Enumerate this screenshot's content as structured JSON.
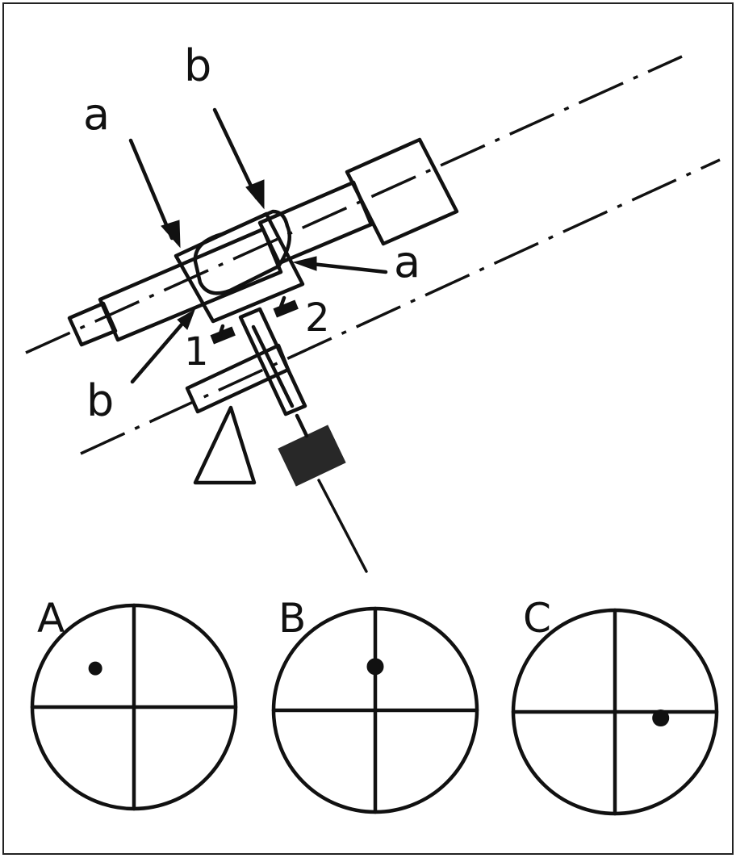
{
  "diagram": {
    "labels": {
      "a_top": "a",
      "b_top": "b",
      "a_right": "a",
      "b_lower": "b",
      "knob_1": "1",
      "knob_2": "2"
    },
    "panels": [
      {
        "label": "A",
        "dot_x": -0.38,
        "dot_y": 0.38
      },
      {
        "label": "B",
        "dot_x": 0.0,
        "dot_y": 0.43
      },
      {
        "label": "C",
        "dot_x": 0.45,
        "dot_y": -0.06
      }
    ]
  }
}
